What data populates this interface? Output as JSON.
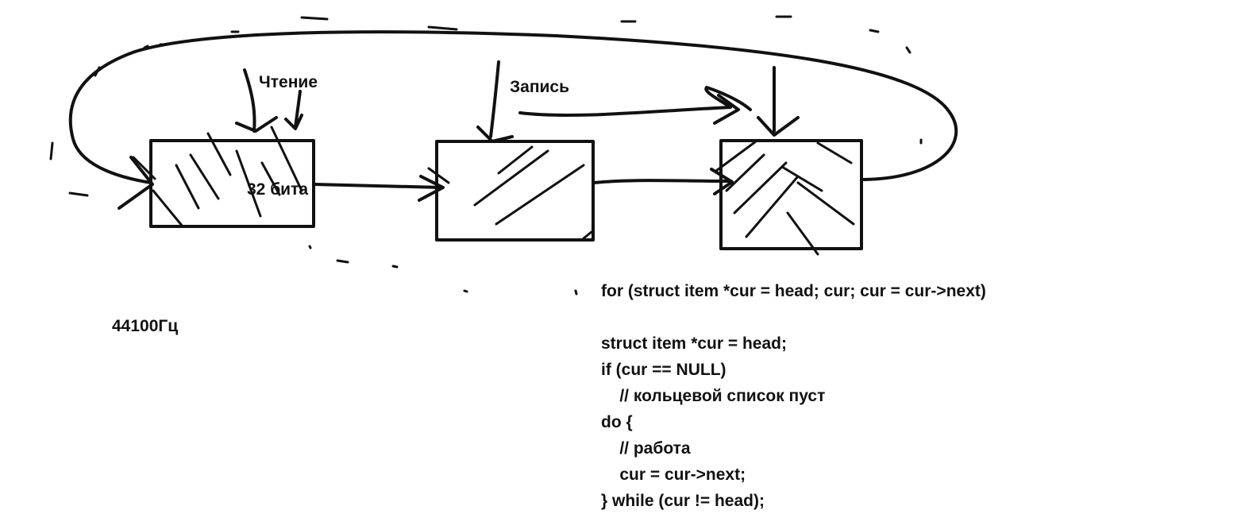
{
  "labels": {
    "read": "Чтение",
    "write": "Запись",
    "size": "32 бита",
    "rate": "44100Гц"
  },
  "code": {
    "lines": [
      "for (struct item *cur = head; cur; cur = cur->next)",
      "",
      "struct item *cur = head;",
      "if (cur == NULL)",
      "    // кольцевой список пуст",
      "do {",
      "    // работа",
      "    cur = cur->next;",
      "} while (cur != head);"
    ]
  },
  "diagram": {
    "nodes": 3,
    "ink_color": "#111111",
    "background": "#ffffff"
  }
}
